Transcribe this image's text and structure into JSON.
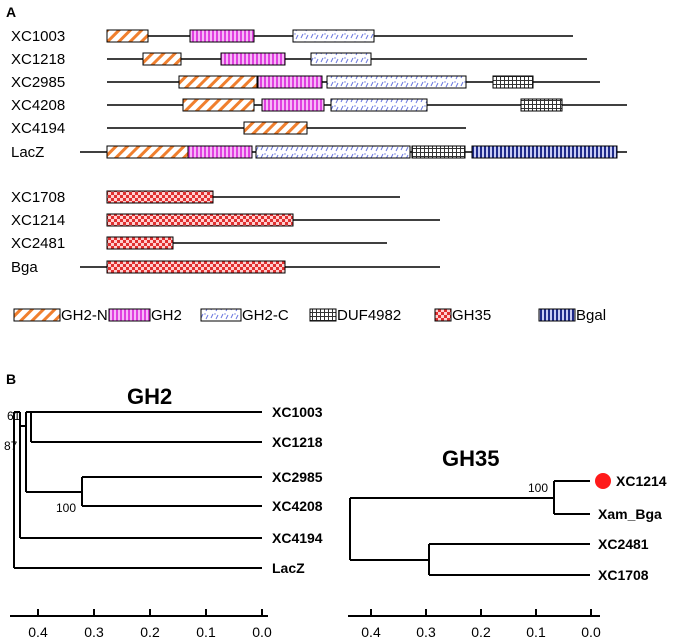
{
  "panel_a": {
    "label": "A",
    "proteins": [
      {
        "name": "XC1003",
        "domains": [
          "GH2-N",
          "GH2",
          "GH2-C"
        ]
      },
      {
        "name": "XC1218",
        "domains": [
          "GH2-N",
          "GH2",
          "GH2-C"
        ]
      },
      {
        "name": "XC2985",
        "domains": [
          "GH2-N",
          "GH2",
          "GH2-C",
          "DUF4982"
        ]
      },
      {
        "name": "XC4208",
        "domains": [
          "GH2-N",
          "GH2",
          "GH2-C",
          "DUF4982"
        ]
      },
      {
        "name": "XC4194",
        "domains": [
          "GH2-N"
        ]
      },
      {
        "name": "LacZ",
        "domains": [
          "GH2-N",
          "GH2",
          "GH2-C",
          "DUF4982",
          "Bgal"
        ]
      },
      {
        "name": "XC1708",
        "domains": [
          "GH35"
        ]
      },
      {
        "name": "XC1214",
        "domains": [
          "GH35"
        ]
      },
      {
        "name": "XC2481",
        "domains": [
          "GH35"
        ]
      },
      {
        "name": "Bga",
        "domains": [
          "GH35"
        ]
      }
    ],
    "legend": [
      "GH2-N",
      "GH2",
      "GH2-C",
      "DUF4982",
      "GH35",
      "Bgal"
    ]
  },
  "panel_b": {
    "label": "B",
    "trees": [
      {
        "title": "GH2",
        "leaves": [
          "XC1003",
          "XC1218",
          "XC2985",
          "XC4208",
          "XC4194",
          "LacZ"
        ],
        "bootstrap": [
          "61",
          "87",
          "100"
        ],
        "axis_ticks": [
          "0.4",
          "0.3",
          "0.2",
          "0.1",
          "0.0"
        ]
      },
      {
        "title": "GH35",
        "leaves": [
          "XC1214",
          "Xam_Bga",
          "XC2481",
          "XC1708"
        ],
        "bootstrap": [
          "100"
        ],
        "axis_ticks": [
          "0.4",
          "0.3",
          "0.2",
          "0.1",
          "0.0"
        ]
      }
    ]
  },
  "colors": {
    "GH2-N": "#f07f2e",
    "GH2": "#e040e0",
    "GH2-C": "#6a78e0",
    "DUF4982": "#333333",
    "GH35": "#e03030",
    "Bgal": "#1e2a8a",
    "highlight": "#ff1a1a"
  }
}
